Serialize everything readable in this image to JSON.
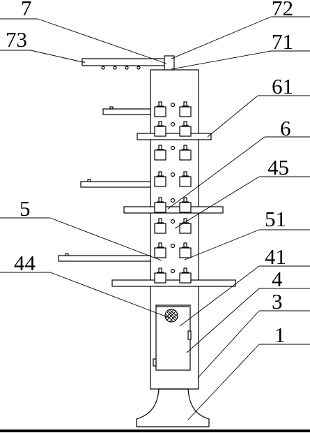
{
  "labels": {
    "l7": "7",
    "l72": "72",
    "l73": "73",
    "l71": "71",
    "l61": "61",
    "l6": "6",
    "l45": "45",
    "l5": "5",
    "l51": "51",
    "l44": "44",
    "l41": "41",
    "l4": "4",
    "l3": "3",
    "l1": "1"
  }
}
